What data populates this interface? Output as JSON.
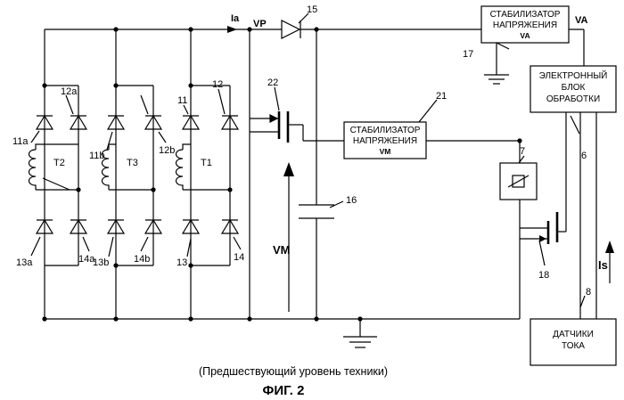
{
  "labels": {
    "ia": "Ia",
    "vp": "VP",
    "va": "VA",
    "vm": "VM",
    "is": "Is",
    "t1": "T1",
    "t2": "T2",
    "t3": "T3"
  },
  "refs": {
    "r6": "6",
    "r7": "7",
    "r8": "8",
    "r11": "11",
    "r11a": "11a",
    "r11b": "11b",
    "r12": "12",
    "r12a": "12a",
    "r12b": "12b",
    "r13": "13",
    "r13a": "13a",
    "r13b": "13b",
    "r14": "14",
    "r14a": "14a",
    "r14b": "14b",
    "r15": "15",
    "r16": "16",
    "r17": "17",
    "r18": "18",
    "r21": "21",
    "r22": "22"
  },
  "blocks": {
    "stab_va_line1": "СТАБИЛИЗАТОР",
    "stab_va_line2": "НАПРЯЖЕНИЯ",
    "stab_va_sub": "VA",
    "stab_vm_line1": "СТАБИЛИЗАТОР",
    "stab_vm_line2": "НАПРЯЖЕНИЯ",
    "stab_vm_sub": "VM",
    "ecu_line1": "ЭЛЕКТРОННЫЙ",
    "ecu_line2": "БЛОК",
    "ecu_line3": "ОБРАБОТКИ",
    "sensor_line1": "ДАТЧИКИ",
    "sensor_line2": "ТОКА"
  },
  "caption": "(Предшествующий уровень техники)",
  "figure": "ФИГ. 2"
}
